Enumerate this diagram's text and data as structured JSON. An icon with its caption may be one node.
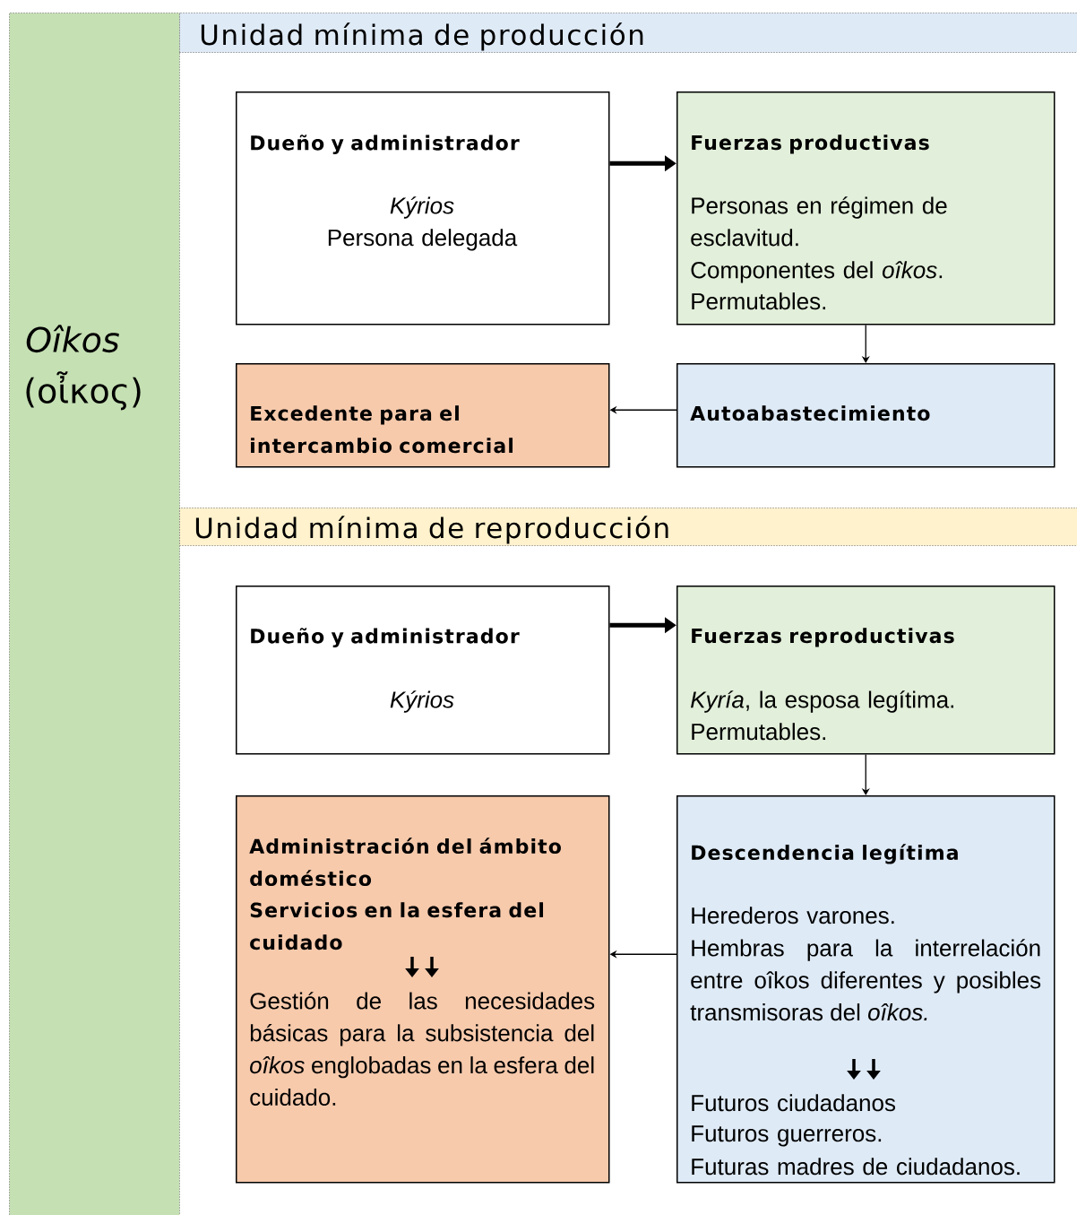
{
  "diagram": {
    "nodes": [
      {
        "text": [
          "Oîkos",
          "(οἶκος)"
        ]
      },
      {
        "text": [
          "Unidad mínima de producción"
        ]
      },
      {
        "text": [
          "Dueño y administrador",
          "Kýrios",
          "Persona delegada"
        ]
      },
      {
        "text": [
          "Fuerzas productivas",
          "Personas en régimen de esclavitud.",
          "Componentes del *oîkos*.",
          "Permutables."
        ]
      },
      {
        "text": [
          "Excedente para el intercambio comercial"
        ]
      },
      {
        "text": [
          "Autoabastecimiento"
        ]
      },
      {
        "text": [
          "Unidad mínima de reproducción"
        ]
      },
      {
        "text": [
          "Dueño y administrador",
          "Kýrios"
        ]
      },
      {
        "text": [
          "Fuerzas reproductivas",
          "*Kyría*, la esposa legítima.",
          "Permutables."
        ]
      },
      {
        "text": [
          "Administración del ámbito doméstico",
          "Servicios en la esfera del cuidado",
          "Gestión de las necesidades básicas para la subsistencia del *oîkos* englobadas en la esfera del cuidado."
        ]
      },
      {
        "text": [
          "Descendencia legítima",
          "Herederos varones.",
          "Hembras para la interrelación entre oîkos diferentes y posibles transmisoras del *oîkos.*",
          "Futuros ciudadanos",
          "Futuros guerreros.",
          "Futuras madres de ciudadanos."
        ]
      }
    ],
    "edges": [
      {
        "from": 2,
        "to": 3,
        "arrow": "to",
        "style": "thick"
      },
      {
        "from": 3,
        "to": 5,
        "arrow": "to"
      },
      {
        "from": 5,
        "to": 4,
        "arrow": "to"
      },
      {
        "from": 7,
        "to": 8,
        "arrow": "to",
        "style": "thick"
      },
      {
        "from": 8,
        "to": 10,
        "arrow": "to"
      },
      {
        "from": 10,
        "to": 9,
        "arrow": "to"
      }
    ]
  }
}
